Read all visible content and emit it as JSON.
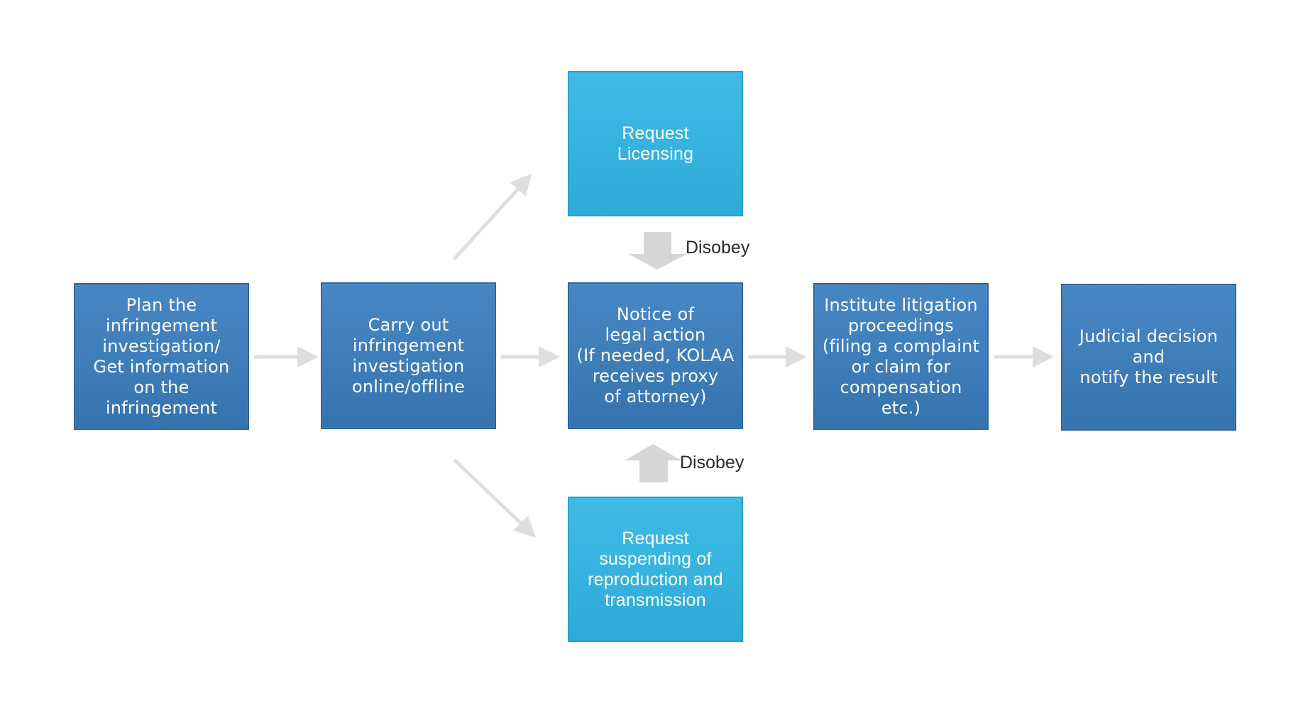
{
  "diagram": {
    "nodes": {
      "plan": {
        "label": "Plan the\ninfringement\ninvestigation/\nGet information\non the\ninfringement"
      },
      "carry_out": {
        "label": "Carry out\ninfringement\ninvestigation\n online/offline"
      },
      "request_licensing": {
        "label": "Request\nLicensing"
      },
      "notice": {
        "label": "Notice of\nlegal action\n(If needed, KOLAA\nreceives proxy\nof attorney)"
      },
      "request_suspending": {
        "label": "Request\nsuspending of\nreproduction and\ntransmission"
      },
      "institute": {
        "label": "Institute litigation\nproceedings\n(filing a complaint\nor claim for\ncompensation etc.)"
      },
      "judicial": {
        "label": "Judicial decision\nand\nnotify the result"
      }
    },
    "edge_labels": {
      "disobey_top": "Disobey",
      "disobey_bottom": "Disobey"
    },
    "colors": {
      "dark_box": "#3e7db8",
      "light_box": "#36b2df",
      "arrow": "#dedede",
      "text": "#ffffff"
    }
  }
}
